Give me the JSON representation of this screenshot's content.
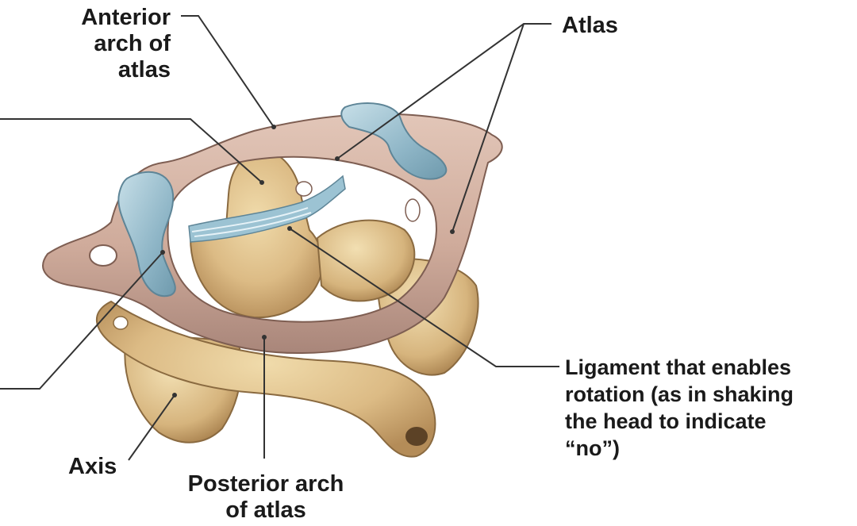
{
  "labels": {
    "anterior_arch": [
      "Anterior",
      "arch of",
      "atlas"
    ],
    "atlas": [
      "Atlas"
    ],
    "ligament": [
      "Ligament that enables",
      "rotation (as in shaking",
      "the head to indicate",
      "“no”)"
    ],
    "axis": [
      "Axis"
    ],
    "posterior_arch": [
      "Posterior arch",
      "of atlas"
    ]
  },
  "colors": {
    "bone_light": "#e8cf9c",
    "bone_mid": "#d4b07a",
    "bone_dark": "#a8814f",
    "atlas_ring": "#d6b3a3",
    "atlas_ring_dark": "#b08a7c",
    "cartilage": "#8fb8c8",
    "cartilage_light": "#b9d6e0",
    "ligament": "#9cc3d3",
    "leader_line": "#333333",
    "text": "#1a1a1a"
  }
}
